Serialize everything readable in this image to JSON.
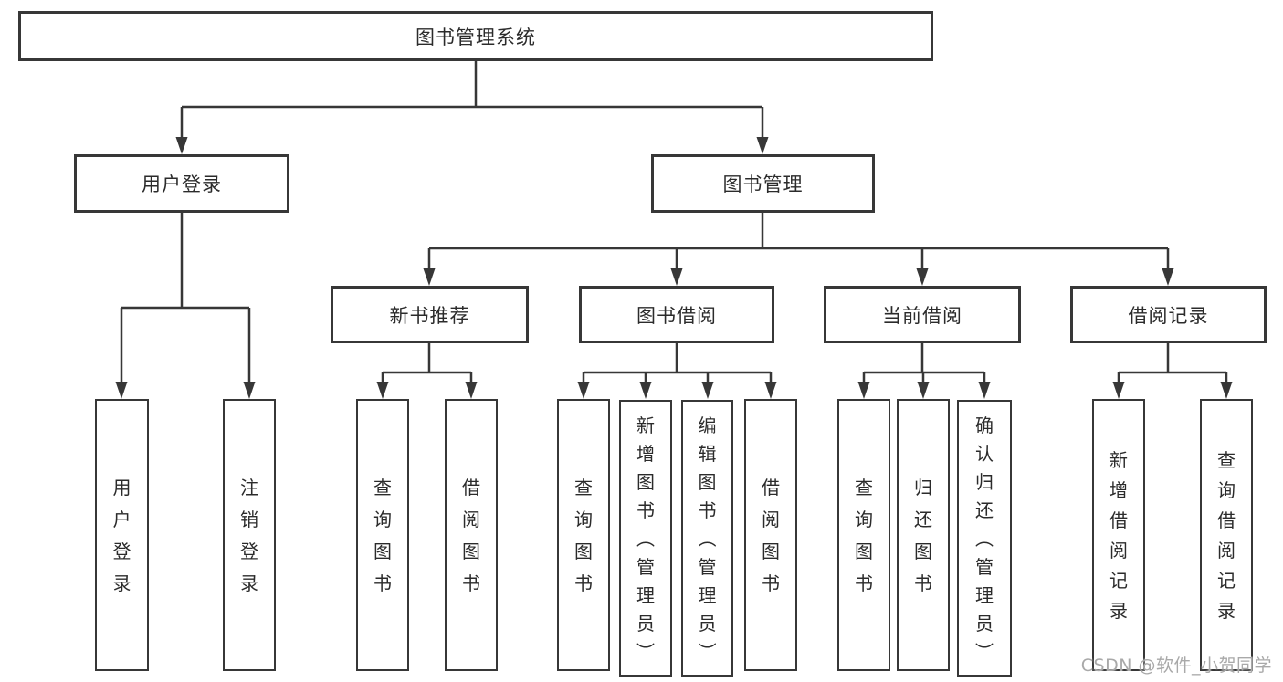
{
  "diagram": {
    "tree": {
      "label": "图书管理系统",
      "children": [
        {
          "label": "用户登录",
          "children": [
            {
              "label": "用户登录"
            },
            {
              "label": "注销登录"
            }
          ]
        },
        {
          "label": "图书管理",
          "children": [
            {
              "label": "新书推荐",
              "children": [
                {
                  "label": "查询图书"
                },
                {
                  "label": "借阅图书"
                }
              ]
            },
            {
              "label": "图书借阅",
              "children": [
                {
                  "label": "查询图书"
                },
                {
                  "label": "新增图书（管理员）"
                },
                {
                  "label": "编辑图书（管理员）"
                },
                {
                  "label": "借阅图书"
                }
              ]
            },
            {
              "label": "当前借阅",
              "children": [
                {
                  "label": "查询图书"
                },
                {
                  "label": "归还图书"
                },
                {
                  "label": "确认归还（管理员）"
                }
              ]
            },
            {
              "label": "借阅记录",
              "children": [
                {
                  "label": "新增借阅记录"
                },
                {
                  "label": "查询借阅记录"
                }
              ]
            }
          ]
        }
      ]
    }
  },
  "watermark": {
    "text": "CSDN @软件_小贺同学",
    "color": "#a9a9a9"
  },
  "colors": {
    "line": "#373737",
    "box_border": "#373737",
    "text": "#2b2b2b",
    "background": "#ffffff"
  }
}
